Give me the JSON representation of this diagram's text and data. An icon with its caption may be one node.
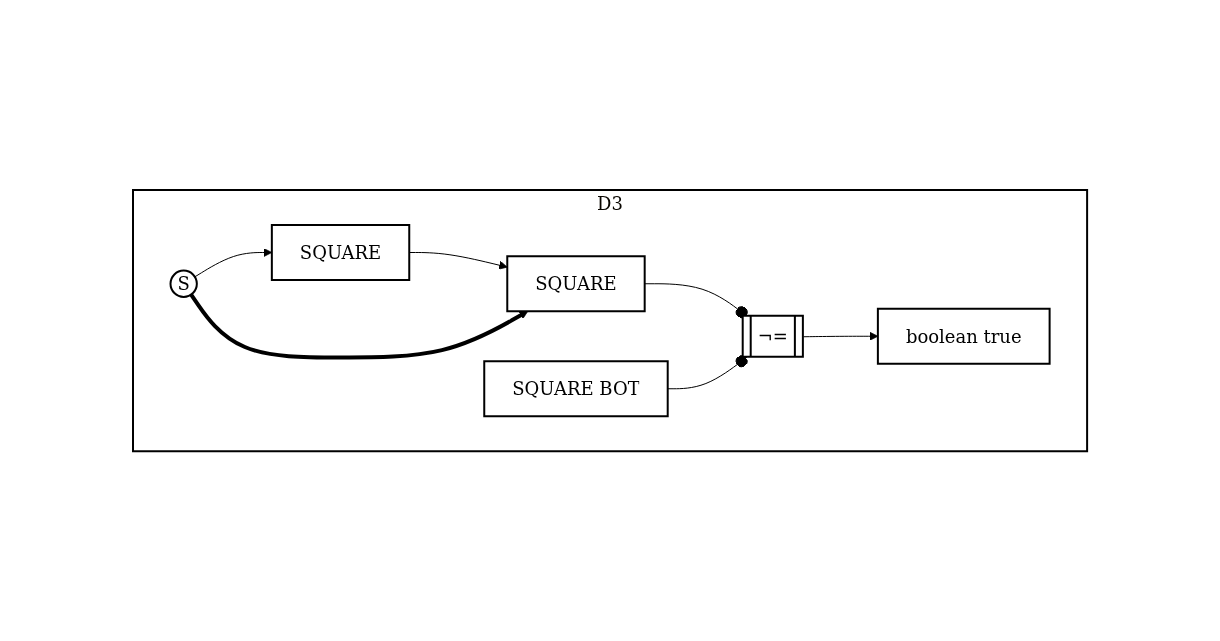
{
  "diagram": {
    "nodes": [
      {
        "text": [
          "D3"
        ]
      },
      {
        "text": [
          "S"
        ],
        "in": 0
      },
      {
        "text": [
          "SQUARE"
        ],
        "in": 0
      },
      {
        "text": [
          "SQUARE"
        ],
        "in": 0
      },
      {
        "text": [
          "SQUARE BOT"
        ],
        "in": 0
      },
      {
        "text": [
          "¬="
        ],
        "in": 0
      },
      {
        "text": [
          "boolean true"
        ],
        "in": 0
      }
    ],
    "edges": [
      {
        "from": 1,
        "to": 2,
        "arrow": "to"
      },
      {
        "from": 2,
        "to": 3,
        "arrow": "to"
      },
      {
        "from": 1,
        "to": 3,
        "arrow": "to",
        "style": "thick"
      },
      {
        "from": 3,
        "to": 5,
        "arrow": "other"
      },
      {
        "from": 4,
        "to": 5,
        "arrow": "other"
      },
      {
        "from": 5,
        "to": 6,
        "arrow": "to"
      }
    ]
  }
}
